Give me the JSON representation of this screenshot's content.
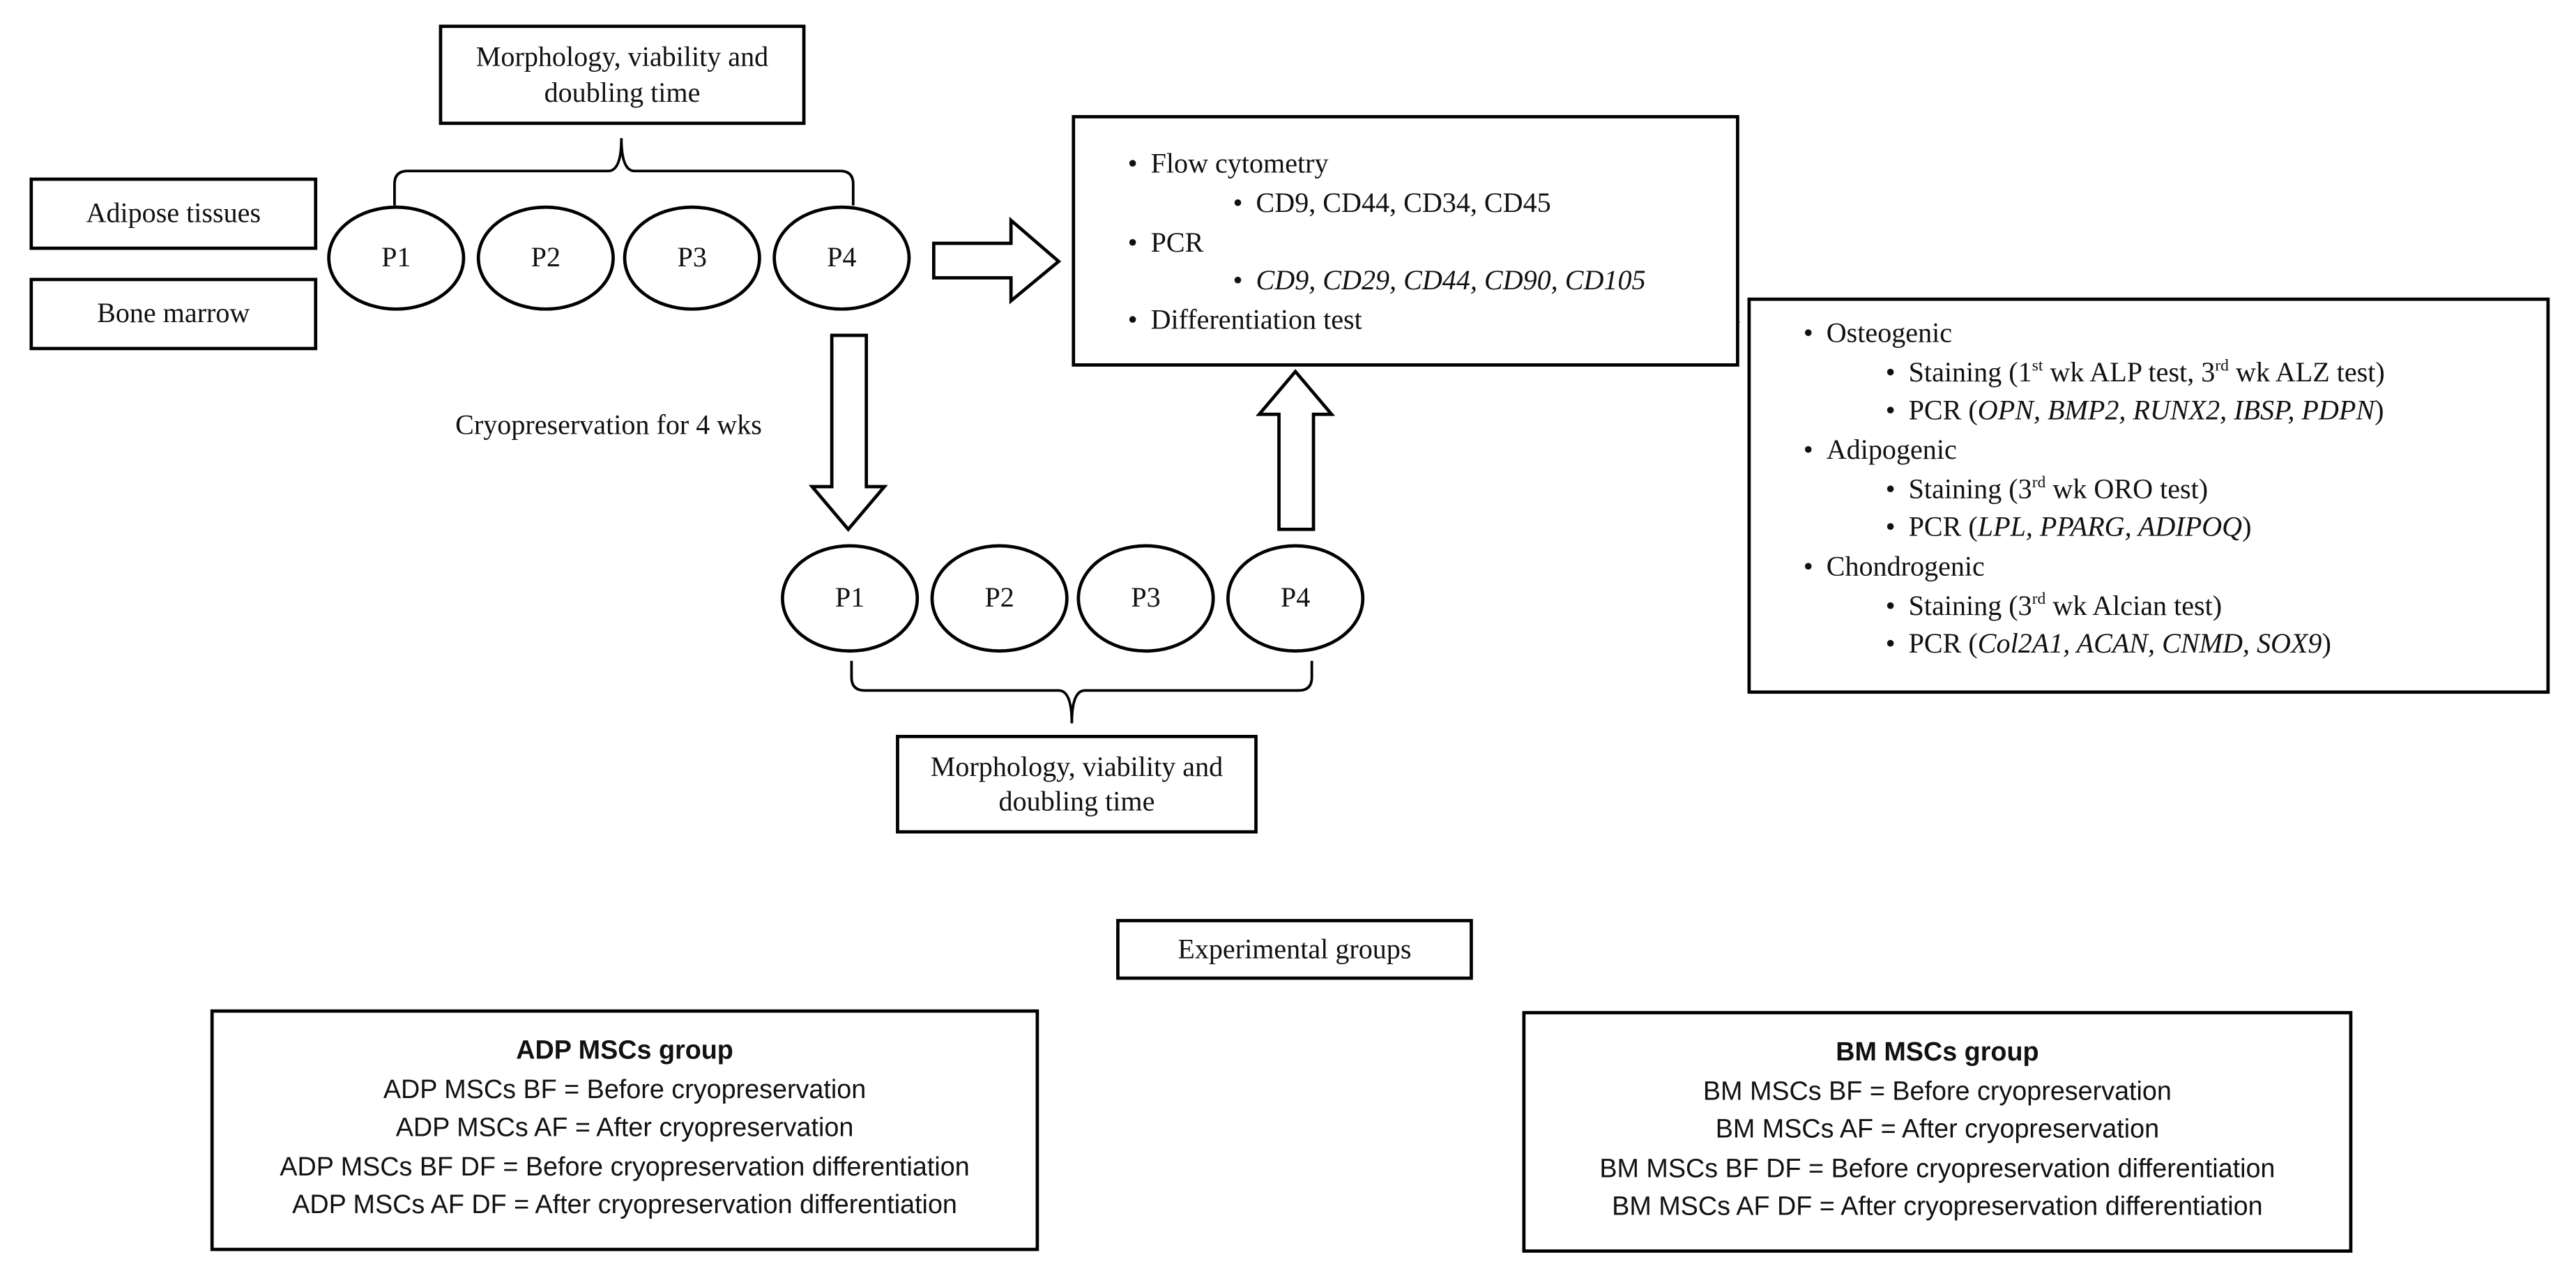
{
  "sources": {
    "adipose": "Adipose tissues",
    "bone_marrow": "Bone marrow"
  },
  "passages_top": [
    "P1",
    "P2",
    "P3",
    "P4"
  ],
  "passages_bottom": [
    "P1",
    "P2",
    "P3",
    "P4"
  ],
  "top_assessment": "Morphology, viability and doubling time",
  "bottom_assessment": "Morphology, viability and doubling time",
  "cryo_label": "Cryopreservation for 4 wks",
  "analysis": {
    "flow": "Flow cytometry",
    "flow_markers": "CD9, CD44, CD34, CD45",
    "pcr": "PCR",
    "pcr_genes": "CD9, CD29, CD44, CD90, CD105",
    "diff": "Differentiation test"
  },
  "differentiation": {
    "osteo": {
      "title": "Osteogenic",
      "staining_prefix": "Staining (1",
      "staining_sup1": "st",
      "staining_mid": " wk ALP test, 3",
      "staining_sup2": "rd",
      "staining_suffix": " wk ALZ test)",
      "pcr_prefix": "PCR (",
      "pcr_genes": "OPN, BMP2, RUNX2, IBSP, PDPN",
      "pcr_suffix": ")"
    },
    "adipo": {
      "title": "Adipogenic",
      "staining_prefix": "Staining (3",
      "staining_sup": "rd",
      "staining_suffix": " wk ORO test)",
      "pcr_prefix": "PCR (",
      "pcr_genes": "LPL, PPARG, ADIPOQ",
      "pcr_suffix": ")"
    },
    "chondro": {
      "title": "Chondrogenic",
      "staining_prefix": "Staining (3",
      "staining_sup": "rd",
      "staining_suffix": " wk Alcian test)",
      "pcr_prefix": "PCR (",
      "pcr_genes": "Col2A1, ACAN, CNMD, SOX9",
      "pcr_suffix": ")"
    }
  },
  "experimental_groups_title": "Experimental groups",
  "adp_group": {
    "title": "ADP MSCs group",
    "lines": [
      "ADP MSCs BF = Before cryopreservation",
      "ADP MSCs AF = After cryopreservation",
      "ADP MSCs BF DF = Before cryopreservation differentiation",
      "ADP MSCs AF DF = After cryopreservation differentiation"
    ]
  },
  "bm_group": {
    "title": "BM MSCs group",
    "lines": [
      "BM MSCs BF = Before cryopreservation",
      "BM MSCs AF = After cryopreservation",
      "BM MSCs BF DF = Before cryopreservation differentiation",
      "BM MSCs AF DF = After cryopreservation differentiation"
    ]
  }
}
